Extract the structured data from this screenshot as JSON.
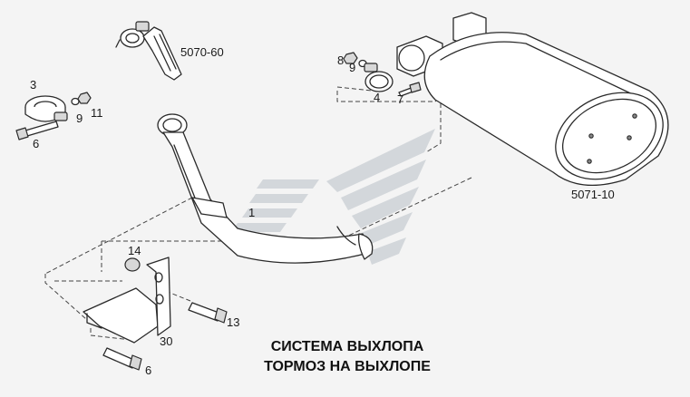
{
  "parts": {
    "p_5070_60": "5070-60",
    "p_3": "3",
    "p_6_top": "6",
    "p_9_left": "9",
    "p_11": "11",
    "p_8": "8",
    "p_9_right": "9",
    "p_4": "4",
    "p_7": "7",
    "p_1": "1",
    "p_5071_10": "5071-10",
    "p_14": "14",
    "p_13": "13",
    "p_30": "30",
    "p_6_bottom": "6"
  },
  "caption": {
    "line1": "СИСТЕМА ВЫХЛОПА",
    "line2": "ТОРМОЗ НА ВЫХЛОПЕ"
  },
  "colors": {
    "background": "#f4f4f4",
    "line": "#2a2a2a",
    "watermark": "#d3d7db"
  }
}
